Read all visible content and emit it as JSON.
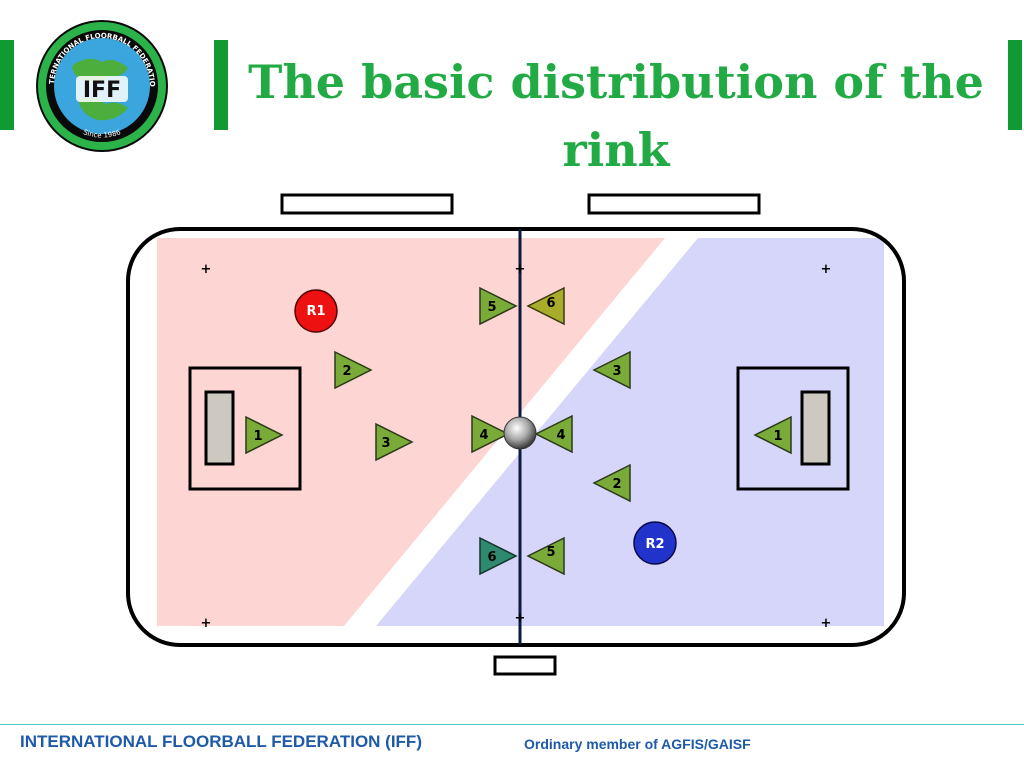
{
  "slide": {
    "title": "The basic distribution of the rink",
    "accent_color": "#22aa44",
    "logo": {
      "icon": "iff-logo-icon",
      "text": "INTERNATIONAL FLOORBALL FEDERATION",
      "abbr": "IFF",
      "since": "Since 1986"
    }
  },
  "rink": {
    "left_zone_color": "#fdd6d4",
    "right_zone_color": "#d6d6fa",
    "referees": [
      {
        "label": "R1",
        "color": "#ee1111"
      },
      {
        "label": "R2",
        "color": "#2233cc"
      }
    ],
    "left_players": [
      "1",
      "2",
      "3",
      "4",
      "5",
      "6"
    ],
    "right_players": [
      "1",
      "2",
      "3",
      "4",
      "5",
      "6"
    ],
    "face_off_marks": [
      "+",
      "+",
      "+",
      "+",
      "+",
      "+"
    ]
  },
  "footer": {
    "left": "INTERNATIONAL FLOORBALL FEDERATION (IFF)",
    "right": "Ordinary member of AGFIS/GAISF",
    "color": "#1e5aa8"
  }
}
